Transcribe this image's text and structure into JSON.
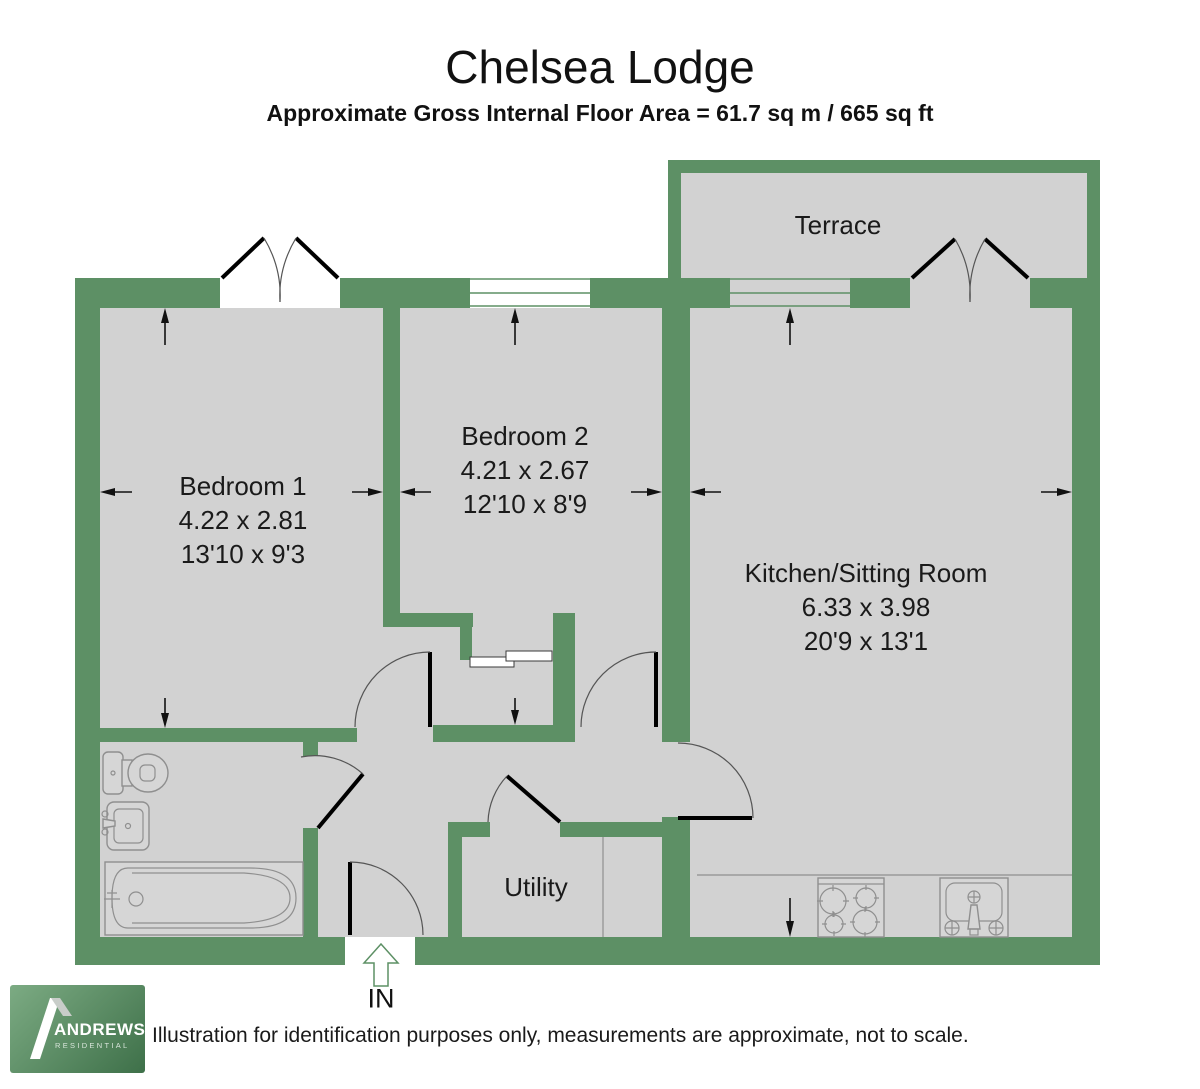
{
  "title": "Chelsea Lodge",
  "subtitle": "Approximate Gross Internal Floor Area = 61.7 sq m / 665 sq ft",
  "rooms": {
    "terrace": {
      "name": "Terrace"
    },
    "bedroom1": {
      "name": "Bedroom 1",
      "metric": "4.22 x 2.81",
      "imperial": "13'10 x 9'3"
    },
    "bedroom2": {
      "name": "Bedroom 2",
      "metric": "4.21 x 2.67",
      "imperial": "12'10 x 8'9"
    },
    "kitchen": {
      "name": "Kitchen/Sitting Room",
      "metric": "6.33 x 3.98",
      "imperial": "20'9 x 13'1"
    },
    "utility": {
      "name": "Utility"
    }
  },
  "entrance": {
    "label": "IN"
  },
  "logo": {
    "line1": "ANDREWS",
    "line2": "RESIDENTIAL"
  },
  "disclaimer": "Illustration for identification purposes only, measurements are approximate, not to scale.",
  "colors": {
    "wall": "#5d9065",
    "floor": "#d2d2d2",
    "logo_green_dark": "#3e7049",
    "logo_green_light": "#7cab83"
  }
}
